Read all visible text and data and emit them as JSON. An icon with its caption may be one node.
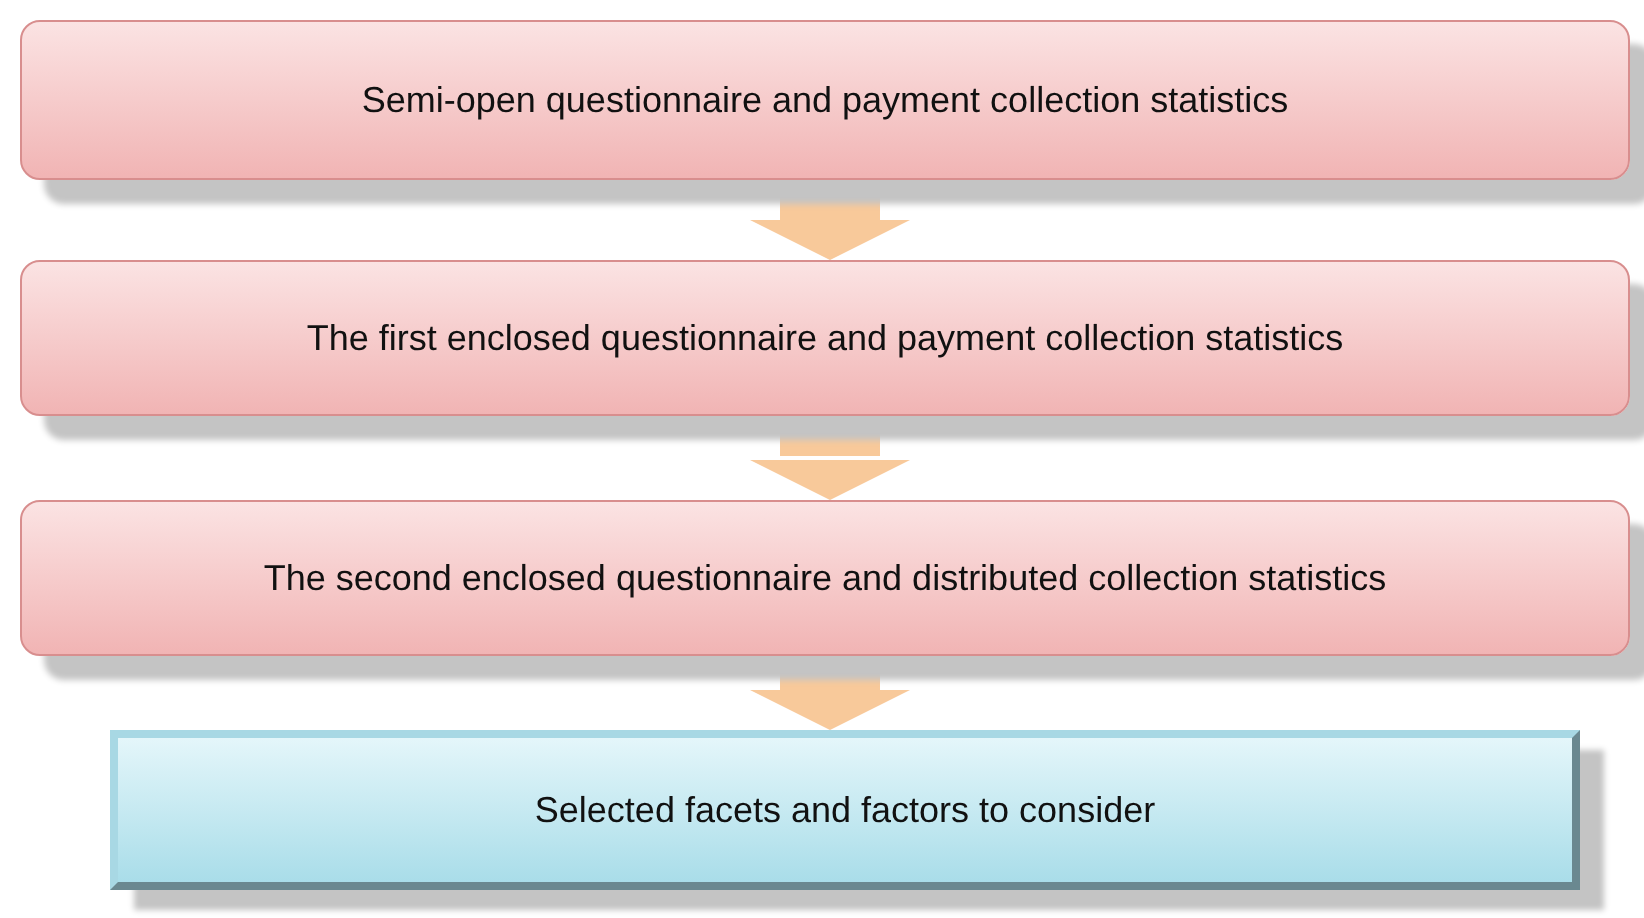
{
  "diagram": {
    "nodes": [
      {
        "text": [
          "Semi-open questionnaire and payment collection statistics"
        ]
      },
      {
        "text": [
          "The first enclosed questionnaire and payment collection statistics"
        ]
      },
      {
        "text": [
          "The second enclosed questionnaire and distributed collection statistics"
        ]
      },
      {
        "text": [
          "Selected facets and factors to consider"
        ]
      }
    ],
    "edges": [
      {
        "from": 0,
        "to": 1,
        "arrow": "to"
      },
      {
        "from": 1,
        "to": 2,
        "arrow": "to"
      },
      {
        "from": 2,
        "to": 3,
        "arrow": "to"
      }
    ]
  }
}
